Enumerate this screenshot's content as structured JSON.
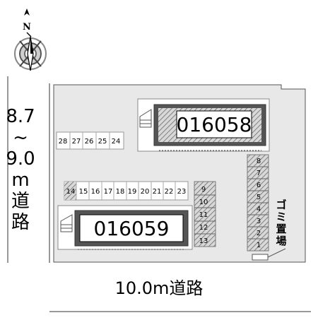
{
  "compass": {
    "north_label": "N"
  },
  "roads": {
    "left": {
      "width": "8.7",
      "tilde": "~",
      "width2": "9.0",
      "unit": "m",
      "chars": [
        "道",
        "路"
      ]
    },
    "bottom": {
      "label": "10.0m道路"
    }
  },
  "buildings": [
    {
      "code": "016058"
    },
    {
      "code": "016059"
    }
  ],
  "parking": {
    "top_row": [
      "28",
      "27",
      "26",
      "25",
      "24"
    ],
    "middle_row": [
      "14",
      "15",
      "16",
      "17",
      "18",
      "19",
      "20",
      "21",
      "22",
      "23"
    ],
    "middle_block": [
      "9",
      "10",
      "11",
      "12",
      "13"
    ],
    "right_column": [
      "8",
      "7",
      "6",
      "5",
      "4",
      "3",
      "2",
      "1"
    ]
  },
  "garbage_area": {
    "chars": [
      "ゴ",
      "ミ",
      "置",
      "場"
    ]
  }
}
